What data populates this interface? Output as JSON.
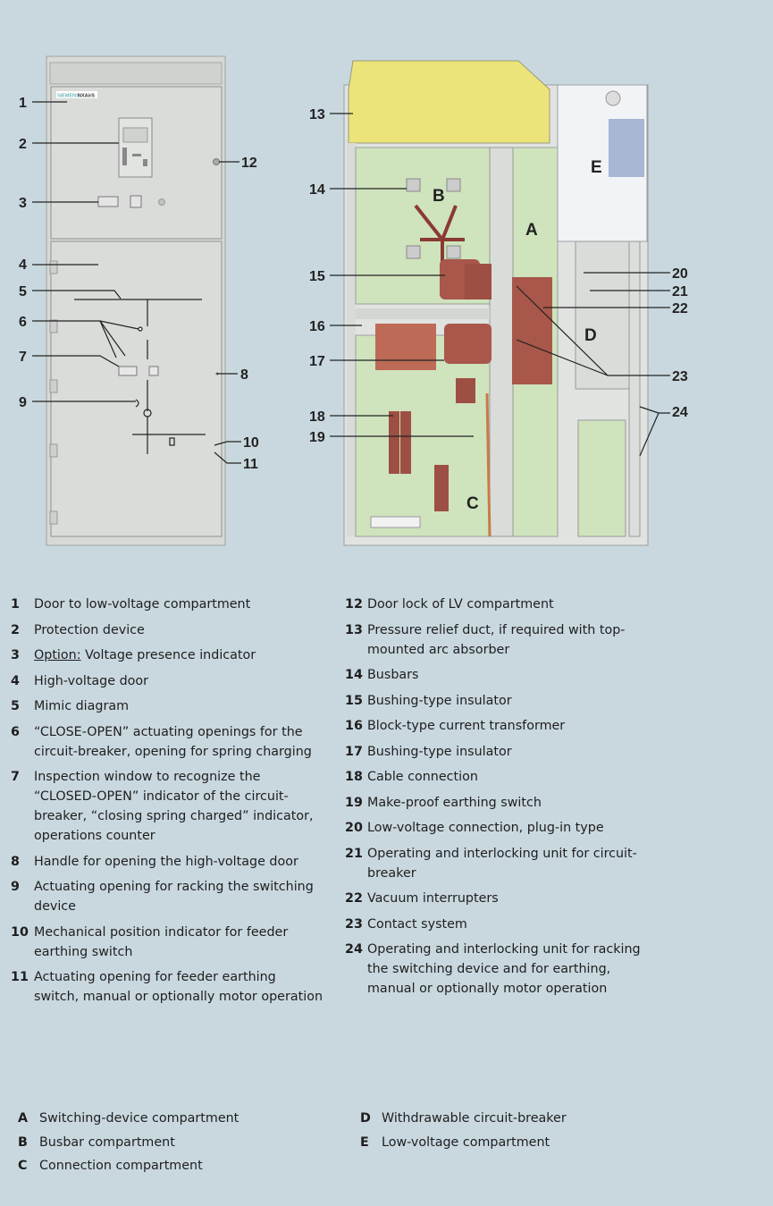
{
  "logo_text": "SIEMENS NXAirS",
  "callouts": {
    "c1": "1",
    "c2": "2",
    "c3": "3",
    "c4": "4",
    "c5": "5",
    "c6": "6",
    "c7": "7",
    "c8": "8",
    "c9": "9",
    "c10": "10",
    "c11": "11",
    "c12": "12",
    "c13": "13",
    "c14": "14",
    "c15": "15",
    "c16": "16",
    "c17": "17",
    "c18": "18",
    "c19": "19",
    "c20": "20",
    "c21": "21",
    "c22": "22",
    "c23": "23",
    "c24": "24"
  },
  "letters": {
    "A": "A",
    "B": "B",
    "C": "C",
    "D": "D",
    "E": "E"
  },
  "legend_left": [
    {
      "num": "1",
      "text": "Door to low-voltage compartment"
    },
    {
      "num": "2",
      "text": "Protection device"
    },
    {
      "num": "3",
      "option": "Option:",
      "text": " Voltage presence indicator"
    },
    {
      "num": "4",
      "text": "High-voltage door"
    },
    {
      "num": "5",
      "text": "Mimic diagram"
    },
    {
      "num": "6",
      "text": "“CLOSE-OPEN” actuating openings for the circuit-breaker, opening for spring charging"
    },
    {
      "num": "7",
      "text": "Inspection window to recognize the “CLOSED-OPEN” indicator of the circuit-breaker, “closing spring charged” indicator, operations counter"
    },
    {
      "num": "8",
      "text": "Handle for opening the high-voltage door"
    },
    {
      "num": "9",
      "text": "Actuating opening for racking the switching device"
    },
    {
      "num": "10",
      "text": "Mechanical position indicator for feeder earthing switch"
    },
    {
      "num": "11",
      "text": "Actuating opening for feeder earthing switch, manual or optionally motor operation"
    }
  ],
  "legend_right": [
    {
      "num": "12",
      "text": "Door lock of LV compartment"
    },
    {
      "num": "13",
      "text": "Pressure relief duct, if required with top-mounted arc absorber"
    },
    {
      "num": "14",
      "text": "Busbars"
    },
    {
      "num": "15",
      "text": "Bushing-type insulator"
    },
    {
      "num": "16",
      "text": "Block-type current transformer"
    },
    {
      "num": "17",
      "text": "Bushing-type insulator"
    },
    {
      "num": "18",
      "text": "Cable connection"
    },
    {
      "num": "19",
      "text": "Make-proof earthing switch"
    },
    {
      "num": "20",
      "text": "Low-voltage connection, plug-in type"
    },
    {
      "num": "21",
      "text": "Operating and interlocking unit for circuit-breaker"
    },
    {
      "num": "22",
      "text": "Vacuum interrupters"
    },
    {
      "num": "23",
      "text": "Contact system"
    },
    {
      "num": "24",
      "text": "Operating and interlocking unit for racking the switching device and for earthing, manual or optionally motor operation"
    }
  ],
  "compartments_left": [
    {
      "letter": "A",
      "text": "Switching-device compartment"
    },
    {
      "letter": "B",
      "text": "Busbar compartment"
    },
    {
      "letter": "C",
      "text": "Connection compartment"
    }
  ],
  "compartments_right": [
    {
      "letter": "D",
      "text": "Withdrawable circuit-breaker"
    },
    {
      "letter": "E",
      "text": "Low-voltage compartment"
    }
  ],
  "colors": {
    "background": "#c9d8df",
    "panel": "#d9dcd9",
    "duct": "#ede57a",
    "compartment": "#cfe3bd",
    "copper": "#a8574a",
    "lv": "#f2f3f6"
  }
}
